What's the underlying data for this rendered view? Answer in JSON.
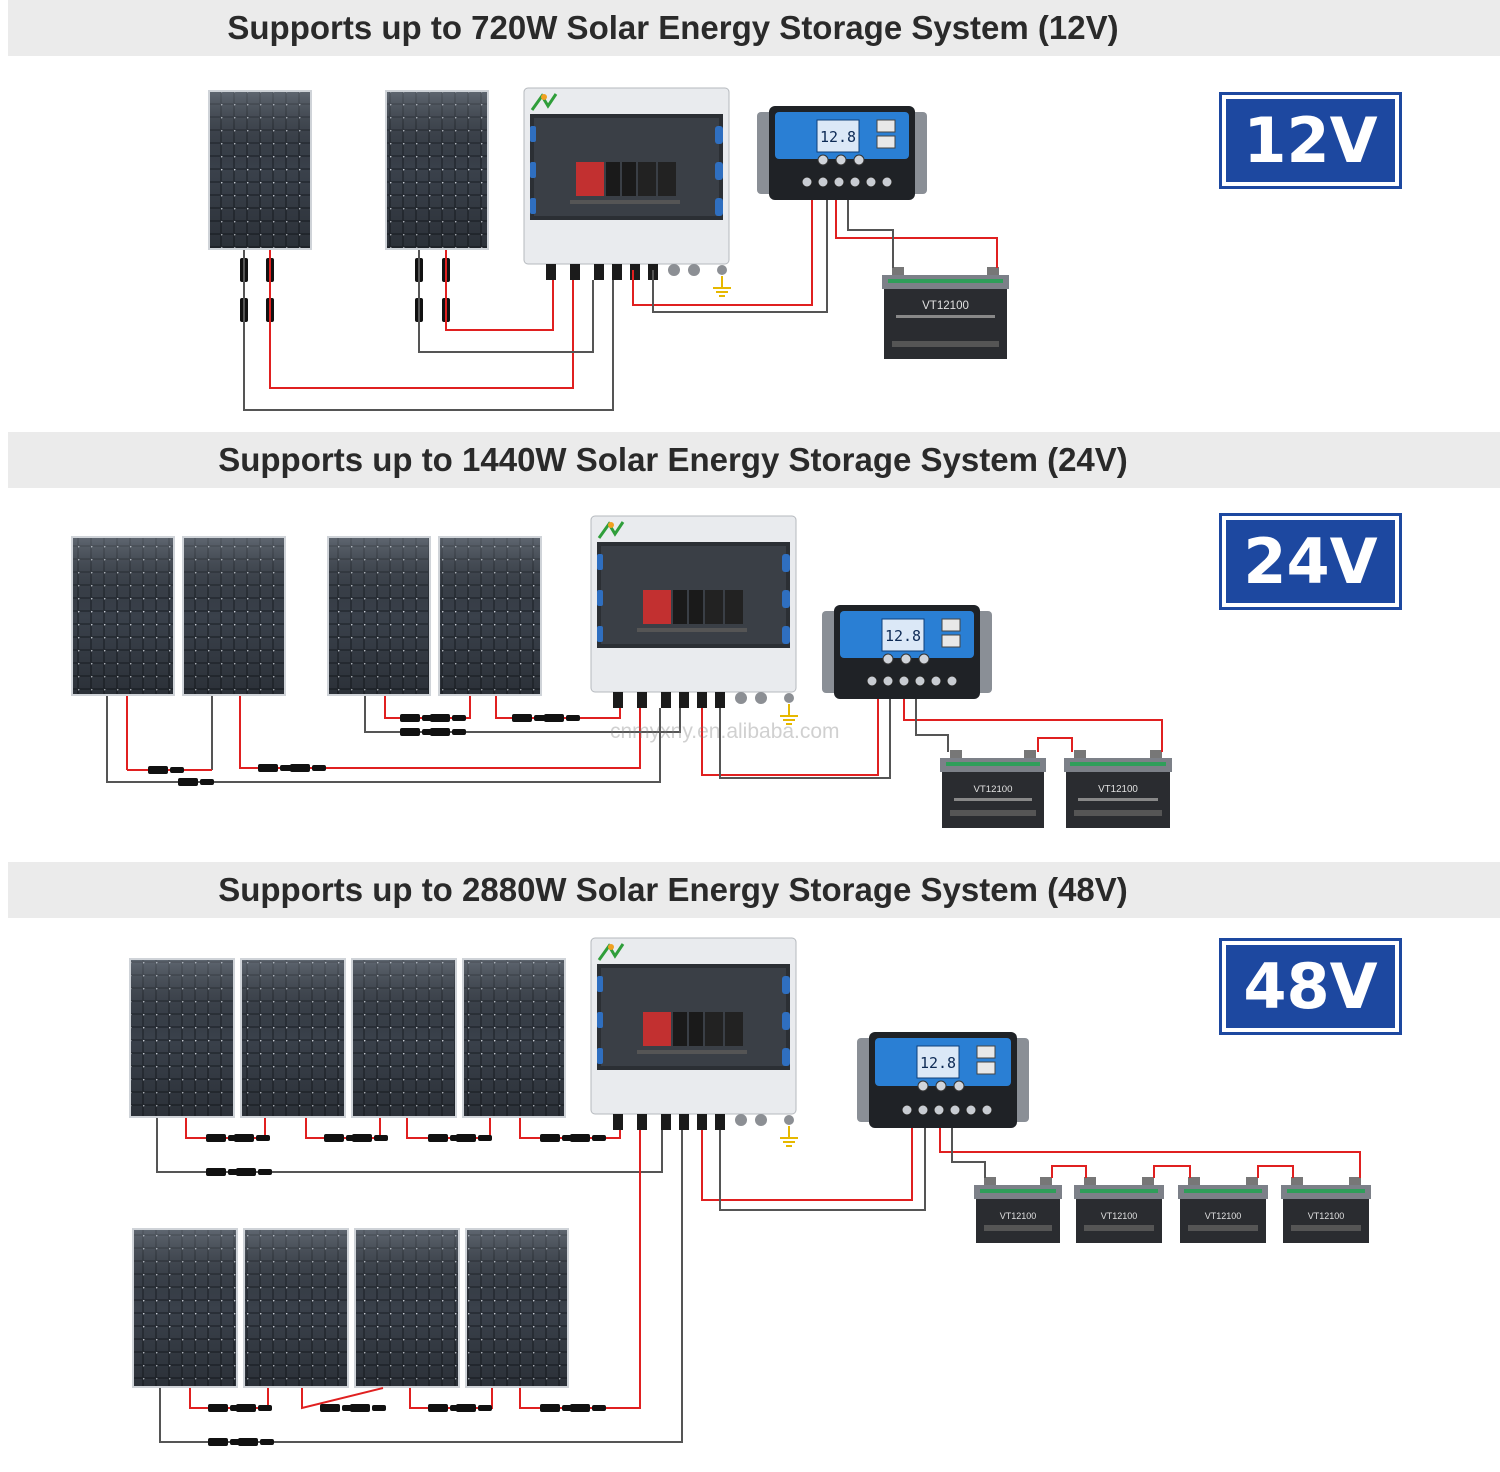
{
  "sections": [
    {
      "title": "Supports up to 720W Solar Energy Storage System (12V)",
      "badge": "12V"
    },
    {
      "title": "Supports up to 1440W Solar Energy Storage System (24V)",
      "badge": "24V"
    },
    {
      "title": "Supports up to 2880W Solar Energy Storage System (48V)",
      "badge": "48V"
    }
  ],
  "controller": {
    "display": "12.8"
  },
  "battery": {
    "label": "VT12100"
  },
  "watermark": "cnmyxny.en.alibaba.com",
  "colors": {
    "badge": "#1d48a0",
    "wire_positive": "#e02020",
    "wire_negative": "#555555",
    "band": "#ebebeb"
  }
}
